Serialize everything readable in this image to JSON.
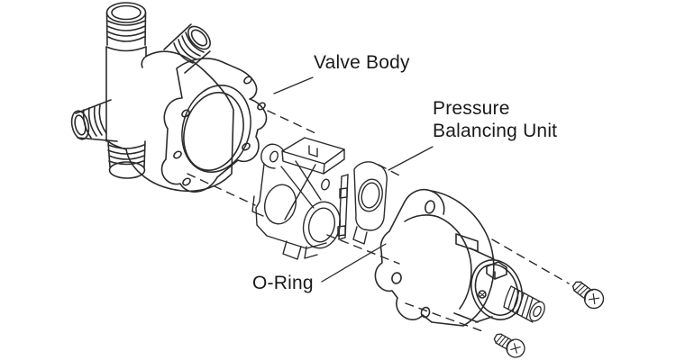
{
  "diagram": {
    "kind": "exploded-parts-diagram",
    "background_color": "#ffffff",
    "line_color": "#2b2b2b",
    "text_color": "#1a1a1a",
    "callouts": {
      "valve_body": "Valve Body",
      "pressure_balancing_unit": "Pressure\nBalancing Unit",
      "o_ring": "O-Ring"
    }
  }
}
